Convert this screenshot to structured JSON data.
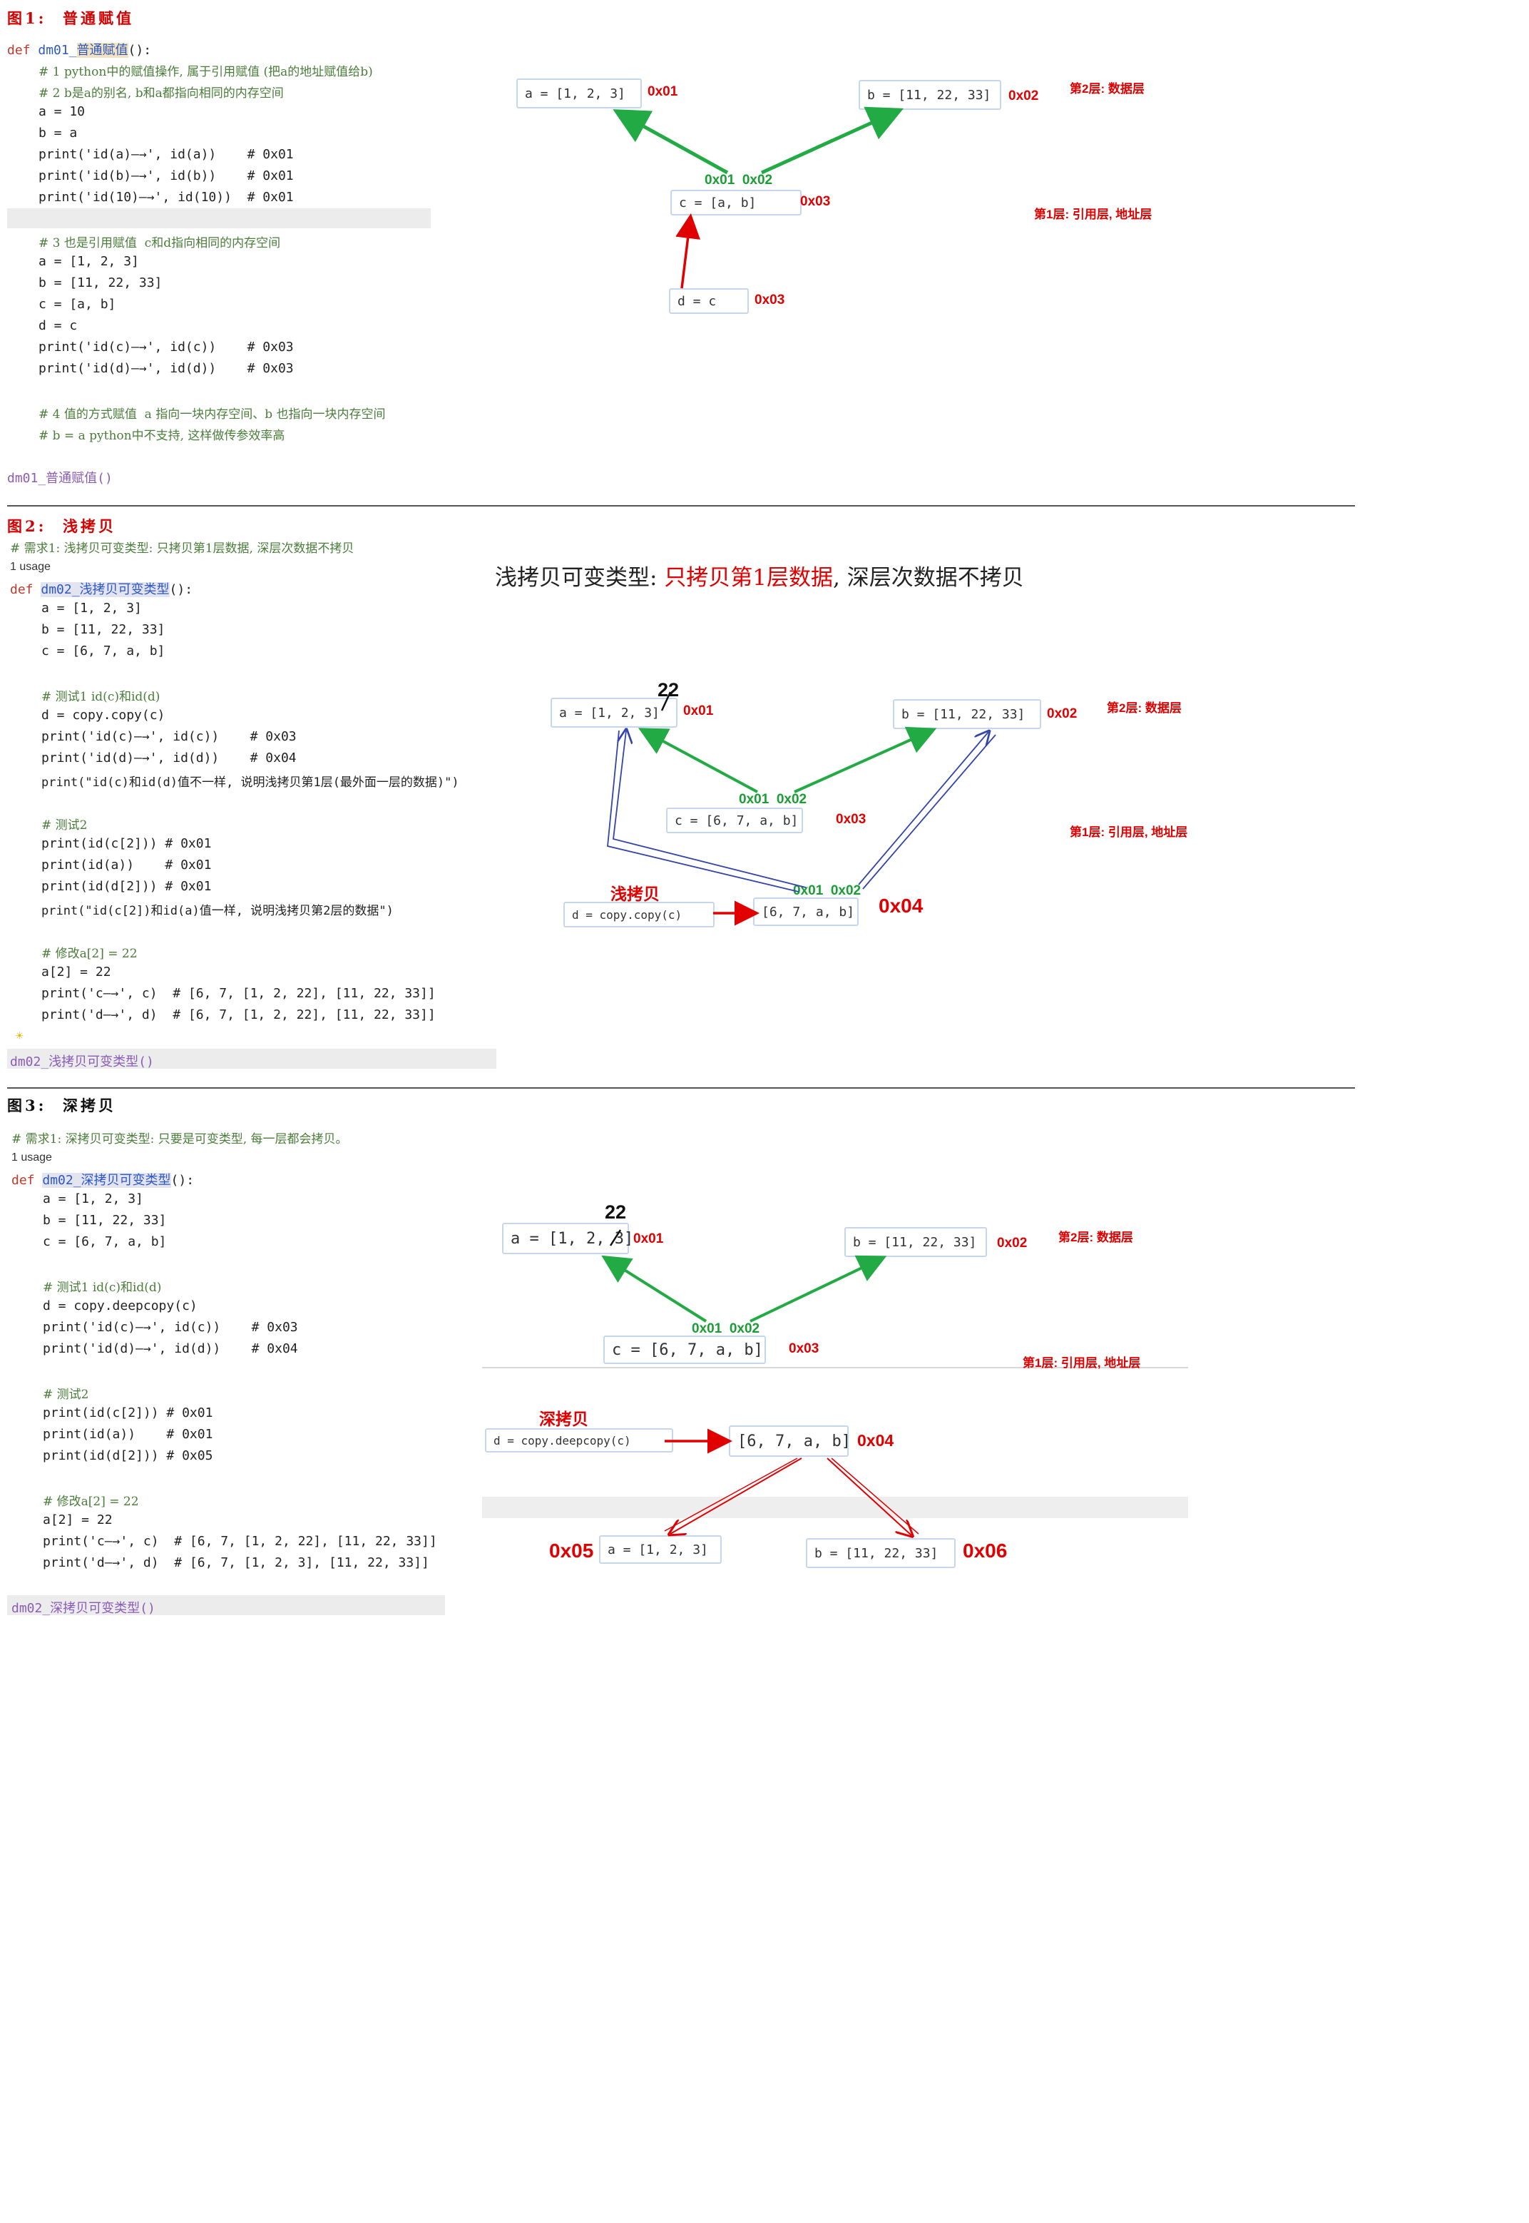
{
  "fig1": {
    "heading": "图1:  普通赋值",
    "code": {
      "def_kw": "def",
      "def_name": "dm01_",
      "def_name_hl": "普通赋值",
      "def_tail": "():",
      "c1": "# 1 python中的赋值操作, 属于引用赋值 (把a的地址赋值给b)",
      "c2": "# 2 b是a的别名, b和a都指向相同的内存空间",
      "l_a": "a = 10",
      "l_b": "b = a",
      "p1": "print('id(a)—→', id(a))    # 0x01",
      "p2": "print('id(b)—→', id(b))    # 0x01",
      "p3": "print('id(10)—→', id(10))  # 0x01",
      "c3": "# 3 也是引用赋值  c和d指向相同的内存空间",
      "l_a2": "a = [1, 2, 3]",
      "l_b2": "b = [11, 22, 33]",
      "l_c": "c = [a, b]",
      "l_d": "d = c",
      "p4": "print('id(c)—→', id(c))    # 0x03",
      "p5": "print('id(d)—→', id(d))    # 0x03",
      "c4": "# 4 值的方式赋值  a 指向一块内存空间、b 也指向一块内存空间",
      "c5": "# b = a python中不支持, 这样做传参效率高",
      "call": "dm01_普通赋值()"
    },
    "diagram": {
      "box_a": "a = [1, 2, 3]",
      "addr_a": "0x01",
      "box_b": "b = [11, 22, 33]",
      "addr_b": "0x02",
      "layer2": "第2层: 数据层",
      "refs": "0x01  0x02",
      "box_c": "c = [a, b]",
      "addr_c": "0x03",
      "layer1": "第1层: 引用层, 地址层",
      "box_d": "d = c",
      "addr_d": "0x03"
    }
  },
  "fig2": {
    "heading": "图2:  浅拷贝",
    "code": {
      "req": "# 需求1: 浅拷贝可变类型: 只拷贝第1层数据, 深层次数据不拷贝",
      "usage": "1 usage",
      "def_kw": "def",
      "def_name": "dm02_浅拷贝可变类型",
      "def_tail": "():",
      "l_a": "a = [1, 2, 3]",
      "l_b": "b = [11, 22, 33]",
      "l_c": "c = [6, 7, a, b]",
      "t1": "# 测试1 id(c)和id(d)",
      "l_d": "d = copy.copy(c)",
      "p1": "print('id(c)—→', id(c))    # 0x03",
      "p2": "print('id(d)—→', id(d))    # 0x04",
      "p3": "print(\"id(c)和id(d)值不一样, 说明浅拷贝第1层(最外面一层的数据)\")",
      "t2": "# 测试2",
      "p4": "print(id(c[2])) # 0x01",
      "p5": "print(id(a))    # 0x01",
      "p6": "print(id(d[2])) # 0x01",
      "p7": "print(\"id(c[2])和id(a)值一样, 说明浅拷贝第2层的数据\")",
      "t3": "# 修改a[2] = 22",
      "l_m": "a[2] = 22",
      "p8": "print('c—→', c)  # [6, 7, [1, 2, 22], [11, 22, 33]]",
      "p9": "print('d—→', d)  # [6, 7, [1, 2, 22], [11, 22, 33]]",
      "call": "dm02_浅拷贝可变类型()"
    },
    "title_parts": [
      "浅拷贝可变类型: ",
      "只拷贝",
      "第1层数据",
      ", 深层次数据不拷贝"
    ],
    "diagram": {
      "num22": "22",
      "box_a": "a = [1, 2, 3]",
      "addr_a": "0x01",
      "box_b": "b = [11, 22, 33]",
      "addr_b": "0x02",
      "layer2": "第2层: 数据层",
      "refs_c": "0x01  0x02",
      "box_c": "c = [6, 7, a, b]",
      "addr_c": "0x03",
      "layer1": "第1层: 引用层, 地址层",
      "tag": "浅拷贝",
      "box_d": "d = copy.copy(c)",
      "refs_new": "0x01  0x02",
      "box_new": "[6, 7, a, b]",
      "addr_new": "0x04"
    }
  },
  "fig3": {
    "heading": "图3:  深拷贝",
    "code": {
      "req": "# 需求1: 深拷贝可变类型: 只要是可变类型, 每一层都会拷贝。",
      "usage": "1 usage",
      "def_kw": "def",
      "def_name": "dm02_深拷贝可变类型",
      "def_tail": "():",
      "l_a": "a = [1, 2, 3]",
      "l_b": "b = [11, 22, 33]",
      "l_c": "c = [6, 7, a, b]",
      "t1": "# 测试1 id(c)和id(d)",
      "l_d": "d = copy.deepcopy(c)",
      "p1": "print('id(c)—→', id(c))    # 0x03",
      "p2": "print('id(d)—→', id(d))    # 0x04",
      "t2": "# 测试2",
      "p4": "print(id(c[2])) # 0x01",
      "p5": "print(id(a))    # 0x01",
      "p6": "print(id(d[2])) # 0x05",
      "t3": "# 修改a[2] = 22",
      "l_m": "a[2] = 22",
      "p8": "print('c—→', c)  # [6, 7, [1, 2, 22], [11, 22, 33]]",
      "p9": "print('d—→', d)  # [6, 7, [1, 2, 3], [11, 22, 33]]",
      "call": "dm02_深拷贝可变类型()"
    },
    "diagram": {
      "num22": "22",
      "box_a": "a = [1, 2, 3]",
      "addr_a": "0x01",
      "box_b": "b = [11, 22, 33]",
      "addr_b": "0x02",
      "layer2": "第2层: 数据层",
      "refs_c": "0x01  0x02",
      "box_c": "c = [6, 7, a, b]",
      "addr_c": "0x03",
      "layer1": "第1层: 引用层, 地址层",
      "tag": "深拷贝",
      "box_d": "d = copy.deepcopy(c)",
      "box_new": "[6, 7, a, b]",
      "addr_new": "0x04",
      "addr_a2": "0x05",
      "box_a2": "a = [1, 2, 3]",
      "box_b2": "b = [11, 22, 33]",
      "addr_b2": "0x06"
    }
  },
  "colors": {
    "heading_red": "#d40000",
    "arrow_green": "#22aa44",
    "arrow_red": "#e00000",
    "arrow_blue": "#3344aa",
    "box_border": "#c6d6ec"
  }
}
